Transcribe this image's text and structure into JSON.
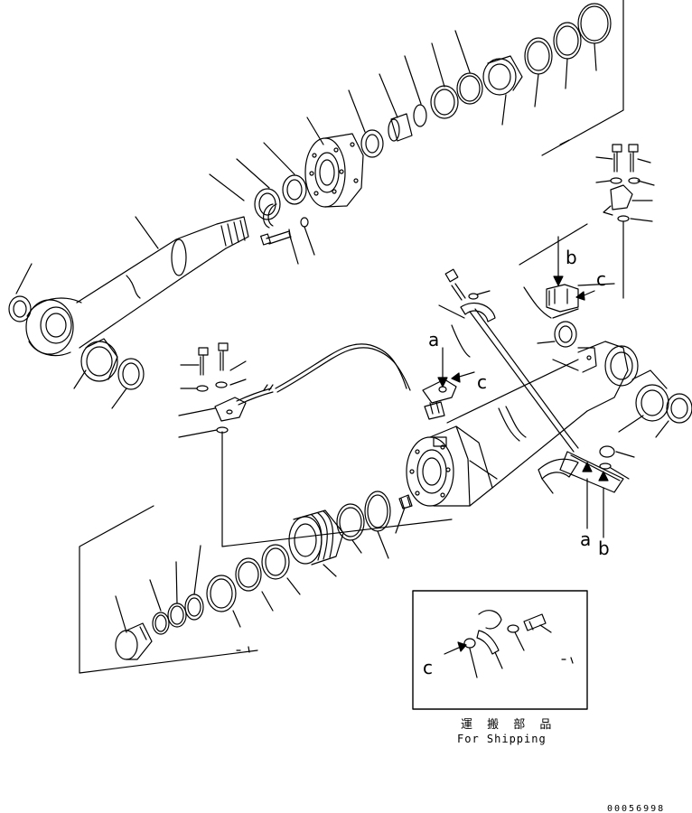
{
  "callouts": {
    "a_top": "a",
    "b_top": "b",
    "c_top": "c",
    "c_mid": "c",
    "a_bottom": "a",
    "b_bottom": "b",
    "c_inset": "c"
  },
  "shipping_box": {
    "title_jp": "運 搬 部 品",
    "title_en": "For Shipping"
  },
  "drawing_code": "00056998",
  "colors": {
    "line": "#000000",
    "background": "#ffffff"
  }
}
